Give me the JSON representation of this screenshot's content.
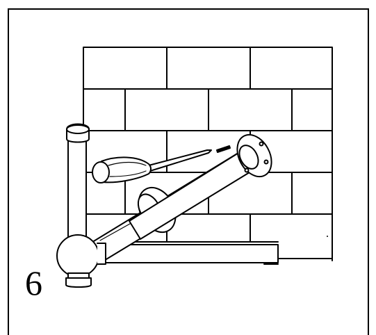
{
  "step": {
    "number": "6"
  },
  "illustration": {
    "subject": "screwdriver-fastening-rail-flange-to-brick-wall",
    "style": "black-line-art",
    "colors": {
      "line": "#000000",
      "fill": "#ffffff"
    }
  }
}
